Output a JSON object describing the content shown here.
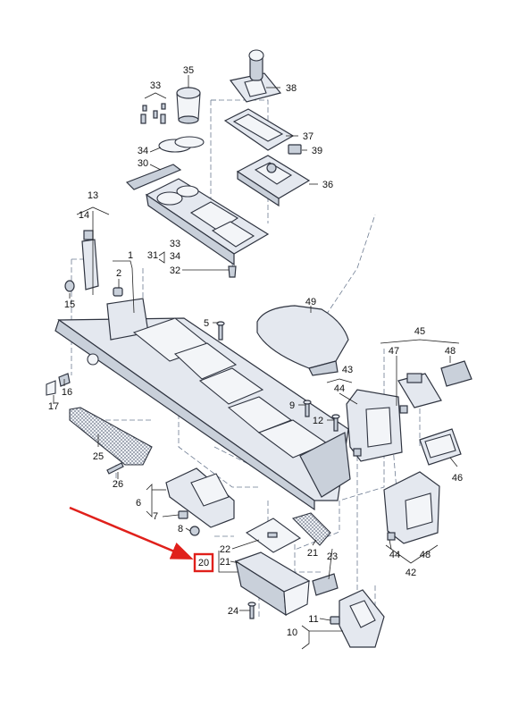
{
  "diagram": {
    "callouts": [
      {
        "id": "c35",
        "label": "35"
      },
      {
        "id": "c33a",
        "label": "33"
      },
      {
        "id": "c38",
        "label": "38"
      },
      {
        "id": "c37",
        "label": "37"
      },
      {
        "id": "c39",
        "label": "39"
      },
      {
        "id": "c34a",
        "label": "34"
      },
      {
        "id": "c30",
        "label": "30"
      },
      {
        "id": "c36",
        "label": "36"
      },
      {
        "id": "c13",
        "label": "13"
      },
      {
        "id": "c14",
        "label": "14"
      },
      {
        "id": "c33b",
        "label": "33"
      },
      {
        "id": "c31",
        "label": "31"
      },
      {
        "id": "c34b",
        "label": "34"
      },
      {
        "id": "c1",
        "label": "1"
      },
      {
        "id": "c32",
        "label": "32"
      },
      {
        "id": "c2",
        "label": "2"
      },
      {
        "id": "c15",
        "label": "15"
      },
      {
        "id": "c49",
        "label": "49"
      },
      {
        "id": "c5",
        "label": "5"
      },
      {
        "id": "c45",
        "label": "45"
      },
      {
        "id": "c47",
        "label": "47"
      },
      {
        "id": "c48a",
        "label": "48"
      },
      {
        "id": "c43",
        "label": "43"
      },
      {
        "id": "c44a",
        "label": "44"
      },
      {
        "id": "c16",
        "label": "16"
      },
      {
        "id": "c17",
        "label": "17"
      },
      {
        "id": "c9",
        "label": "9"
      },
      {
        "id": "c12",
        "label": "12"
      },
      {
        "id": "c46",
        "label": "46"
      },
      {
        "id": "c25",
        "label": "25"
      },
      {
        "id": "c26",
        "label": "26"
      },
      {
        "id": "c6",
        "label": "6"
      },
      {
        "id": "c7",
        "label": "7"
      },
      {
        "id": "c8",
        "label": "8"
      },
      {
        "id": "c22",
        "label": "22"
      },
      {
        "id": "c21a",
        "label": "21"
      },
      {
        "id": "c23",
        "label": "23"
      },
      {
        "id": "c20",
        "label": "20"
      },
      {
        "id": "c21b",
        "label": "21"
      },
      {
        "id": "c44b",
        "label": "44"
      },
      {
        "id": "c48b",
        "label": "48"
      },
      {
        "id": "c42",
        "label": "42"
      },
      {
        "id": "c24",
        "label": "24"
      },
      {
        "id": "c11",
        "label": "11"
      },
      {
        "id": "c10",
        "label": "10"
      }
    ],
    "highlighted_callout": "20",
    "highlight_color": "#e0201b",
    "arrow_color": "#e0201b",
    "part_fill": "#e4e8ef",
    "outline_color": "#2f3440"
  }
}
